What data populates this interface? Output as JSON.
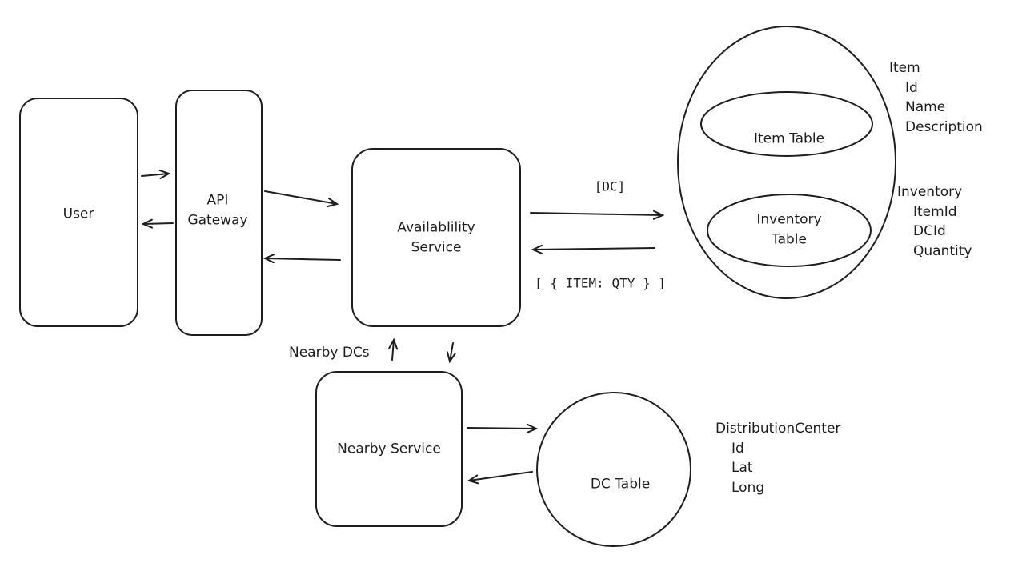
{
  "nodes": {
    "user": "User",
    "api_gateway_line1": "API",
    "api_gateway_line2": "Gateway",
    "availability_line1": "Availablility",
    "availability_line2": "Service",
    "nearby_service": "Nearby Service",
    "item_table": "Item Table",
    "inventory_line1": "Inventory",
    "inventory_line2": "Table",
    "dc_table": "DC Table"
  },
  "edge_labels": {
    "dc": "[DC]",
    "item_qty": "[ { ITEM: QTY } ]",
    "nearby_dcs": "Nearby DCs"
  },
  "schemas": {
    "item": {
      "name": "Item",
      "fields": [
        "Id",
        "Name",
        "Description"
      ]
    },
    "inventory": {
      "name": "Inventory",
      "fields": [
        "ItemId",
        "DCId",
        "Quantity"
      ]
    },
    "distribution_center": {
      "name": "DistributionCenter",
      "fields": [
        "Id",
        "Lat",
        "Long"
      ]
    }
  },
  "colors": {
    "stroke": "#1e1e1e",
    "background": "#ffffff"
  }
}
